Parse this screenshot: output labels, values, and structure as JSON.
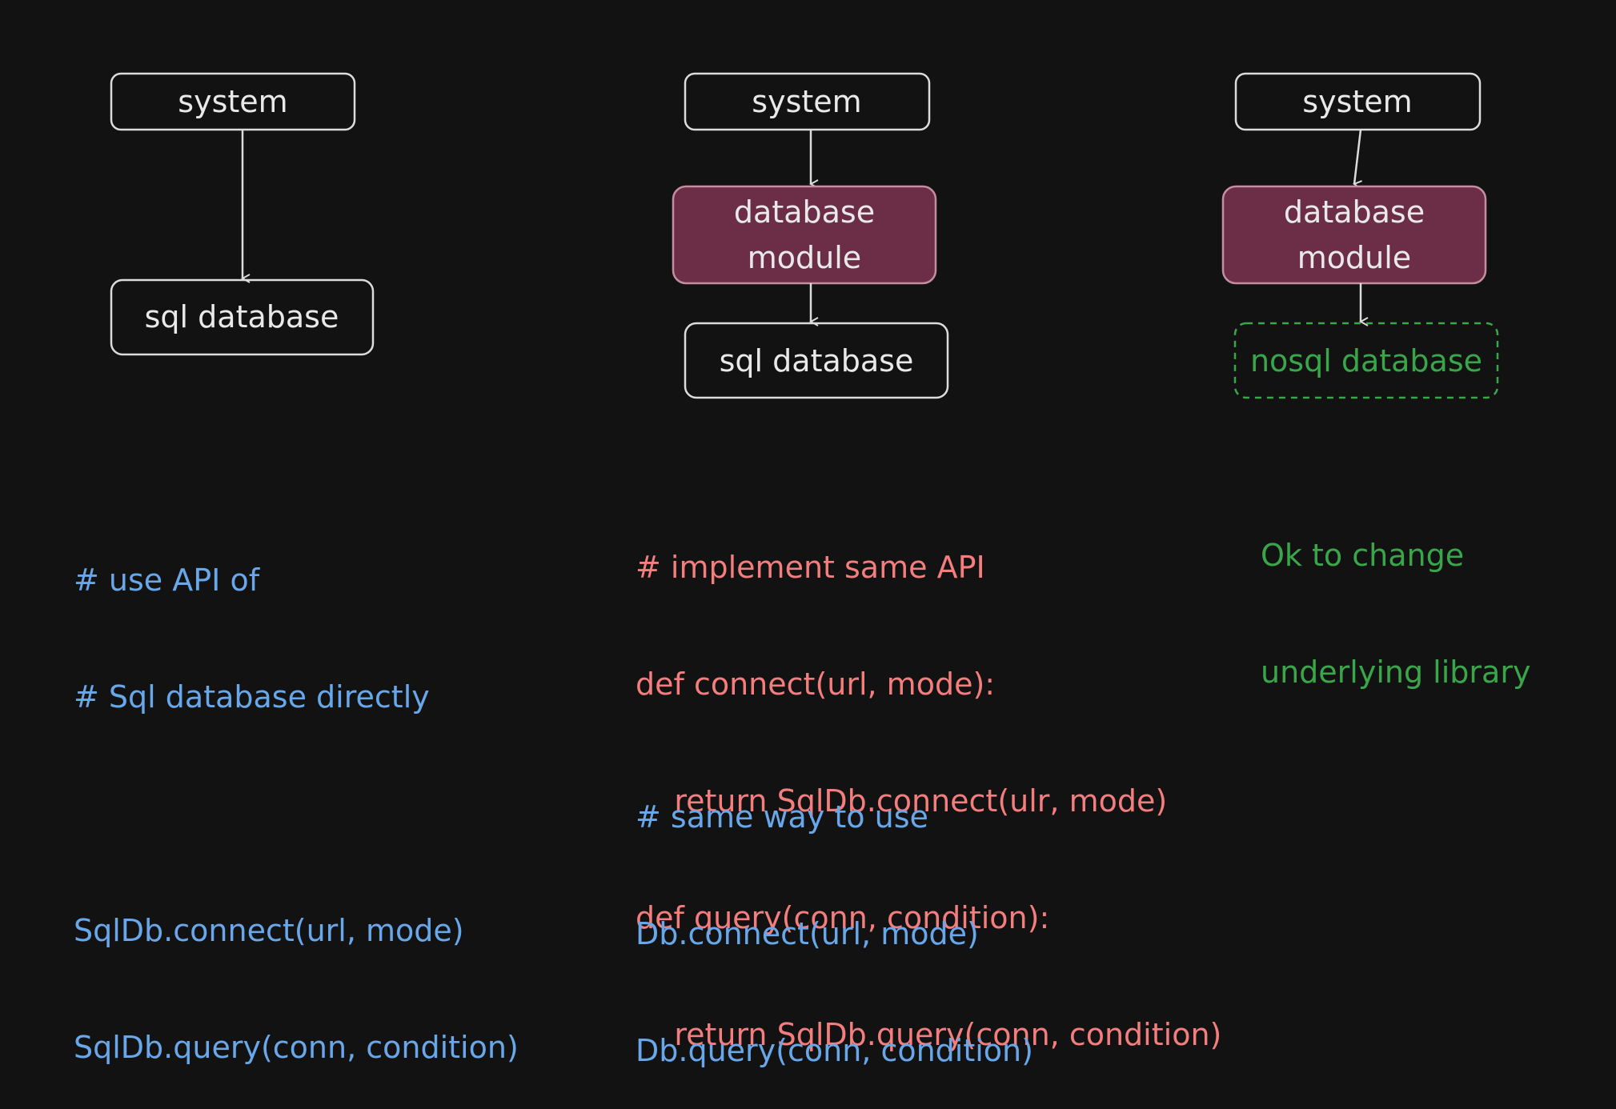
{
  "colors": {
    "background": "#121212",
    "box_stroke": "#dcdcdc",
    "module_fill": "#6b2e46",
    "module_stroke": "#c58da0",
    "code_blue": "#68a8ea",
    "code_red": "#f47d7d",
    "green": "#3aa64a"
  },
  "col1": {
    "system": "system",
    "db": "sql database",
    "code": [
      "# use API of",
      "# Sql database directly",
      "",
      "SqlDb.connect(url, mode)",
      "SqlDb.query(conn, condition)"
    ]
  },
  "col2": {
    "system": "system",
    "module_line1": "database",
    "module_line2": "module",
    "db": "sql database",
    "impl_code": [
      "# implement same API",
      "def connect(url, mode):",
      "    return SqlDb.connect(ulr, mode)",
      "def query(conn, condition):",
      "    return SqlDb.query(conn, condition)"
    ],
    "usage_code": [
      "# same way to use",
      "Db.connect(url, mode)",
      "Db.query(conn, condition)"
    ]
  },
  "col3": {
    "system": "system",
    "module_line1": "database",
    "module_line2": "module",
    "db": "nosql database",
    "note": [
      "Ok to change",
      "underlying library"
    ]
  }
}
